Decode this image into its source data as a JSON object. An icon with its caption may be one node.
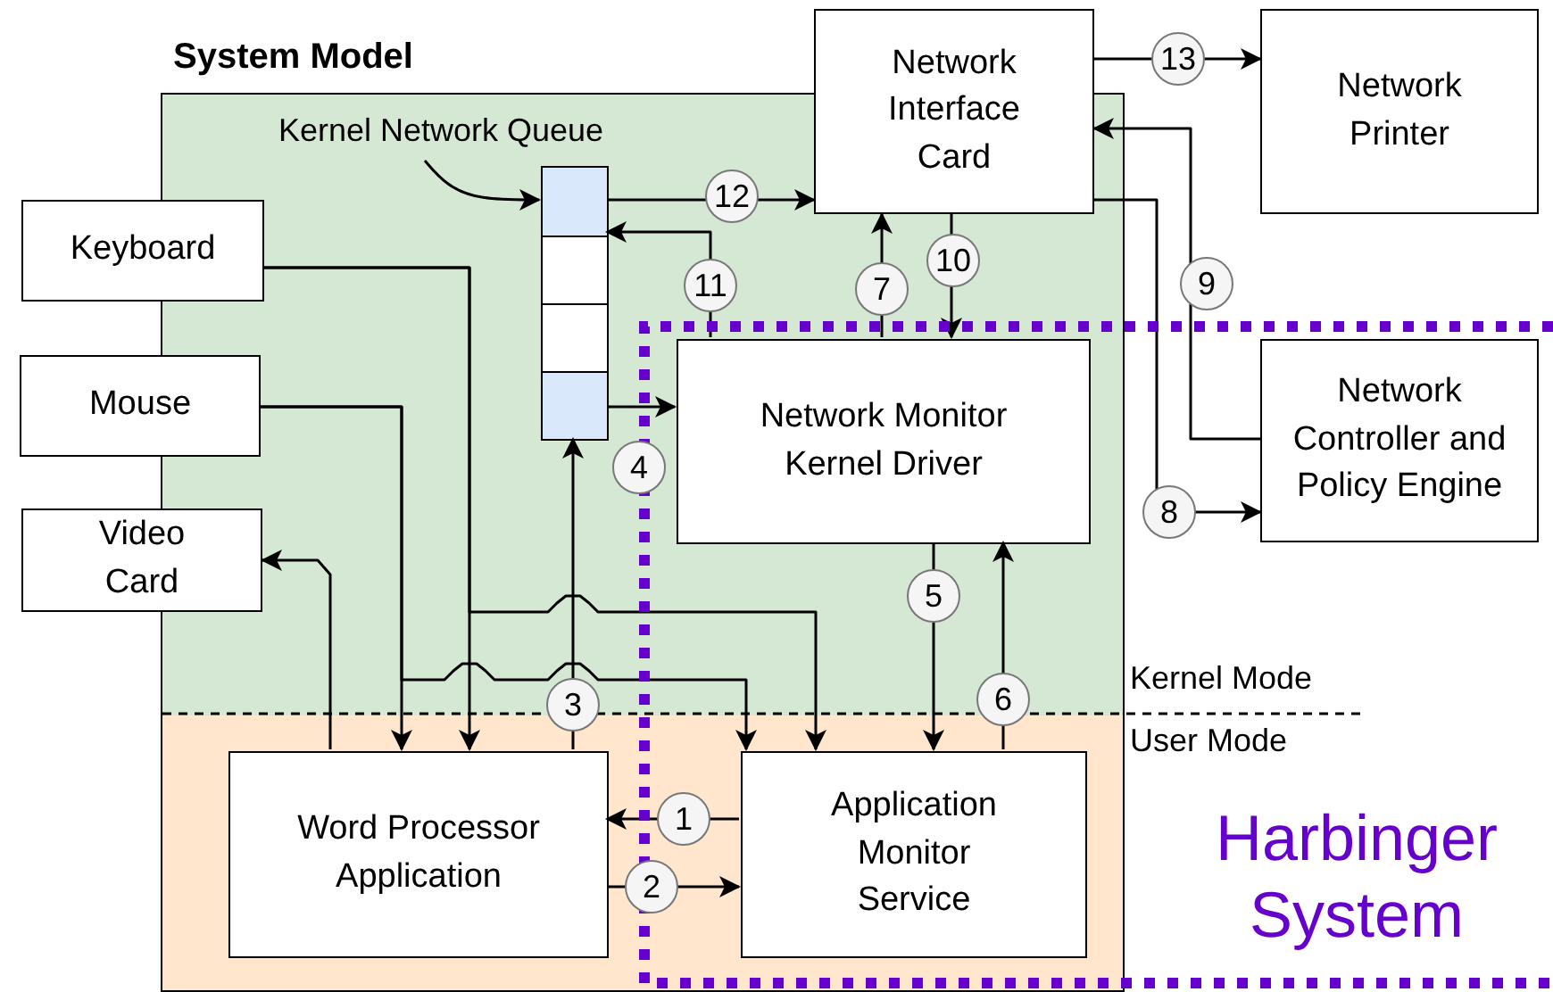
{
  "diagram": {
    "nodes": [
      {
        "text": [
          "System Model"
        ]
      },
      {
        "text": [
          "Network Interface Card"
        ]
      },
      {
        "text": [
          "Network Printer"
        ]
      },
      {
        "text": [
          "Kernel Network Queue"
        ],
        "in": 0
      },
      {
        "text": [],
        "shape": "box",
        "in": 0
      },
      {
        "text": [
          "Keyboard"
        ]
      },
      {
        "text": [
          "Mouse"
        ]
      },
      {
        "text": [
          "Network Controller and Policy Engine"
        ]
      },
      {
        "text": [
          "Network Monitor Kernel Driver"
        ],
        "in": 0
      },
      {
        "text": [
          "Video Card"
        ]
      },
      {
        "text": [
          "Word Processor Application"
        ],
        "in": 0
      },
      {
        "text": [
          "Application Monitor Service"
        ],
        "in": 0
      }
    ],
    "edges": [
      {
        "from": 3,
        "to": 4,
        "arrow": "to"
      },
      {
        "from": 5,
        "to": 10,
        "arrow": "to"
      },
      {
        "from": 5,
        "to": 11,
        "arrow": "to"
      },
      {
        "from": 6,
        "to": 10,
        "arrow": "to"
      },
      {
        "from": 6,
        "to": 11,
        "arrow": "to"
      },
      {
        "from": 10,
        "to": 9,
        "arrow": "to"
      },
      {
        "from": 10,
        "to": 4,
        "arrow": "to",
        "label": "3"
      },
      {
        "from": 4,
        "to": 8,
        "arrow": "to",
        "label": "4"
      },
      {
        "from": 8,
        "to": 11,
        "arrow": "to",
        "label": "5"
      },
      {
        "from": 11,
        "to": 8,
        "arrow": "to",
        "label": "6"
      },
      {
        "from": 11,
        "to": 10,
        "arrow": "to",
        "label": "1"
      },
      {
        "from": 10,
        "to": 11,
        "arrow": "to",
        "label": "2"
      },
      {
        "from": 8,
        "to": 1,
        "arrow": "to",
        "label": "7"
      },
      {
        "from": 1,
        "to": 8,
        "arrow": "to",
        "label": "10"
      },
      {
        "from": 8,
        "to": 4,
        "arrow": "to",
        "label": "11"
      },
      {
        "from": 4,
        "to": 1,
        "arrow": "to",
        "label": "12"
      },
      {
        "from": 1,
        "to": 7,
        "arrow": "to",
        "label": "8"
      },
      {
        "from": 7,
        "to": 1,
        "arrow": "to",
        "label": "9"
      },
      {
        "from": 1,
        "to": 2,
        "arrow": "to",
        "label": "13"
      }
    ],
    "labels": [
      "Kernel Mode",
      "User Mode",
      "Harbinger System"
    ]
  }
}
